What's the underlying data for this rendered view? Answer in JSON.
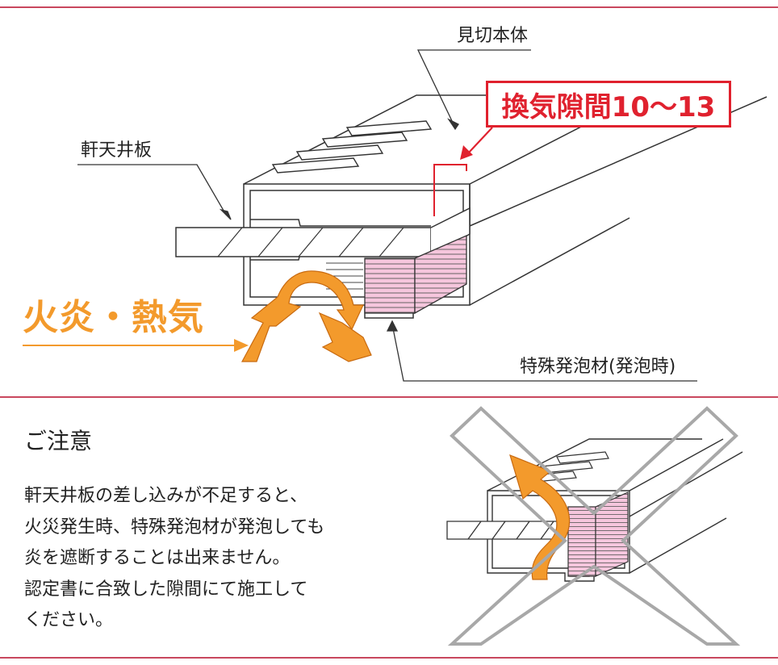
{
  "diagram": {
    "labels": {
      "frame_body": "見切本体",
      "ceiling_board": "軒天井板",
      "ventilation_gap": "換気隙間10～13",
      "fire_heat": "火炎・熱気",
      "foam_material": "特殊発泡材(発泡時)"
    },
    "colors": {
      "accent_red": "#e0212e",
      "flame_orange": "#f39a2c",
      "foam_pink": "#f6c6dd",
      "divider": "#c9475e",
      "cross_gray": "#a8a8a8"
    }
  },
  "notice": {
    "title": "ご注意",
    "lines": [
      "軒天井板の差し込みが不足すると、",
      "火災発生時、特殊発泡材が発泡しても",
      "炎を遮断することは出来ません。",
      "認定書に合致した隙間にて施工して",
      "ください。"
    ]
  }
}
